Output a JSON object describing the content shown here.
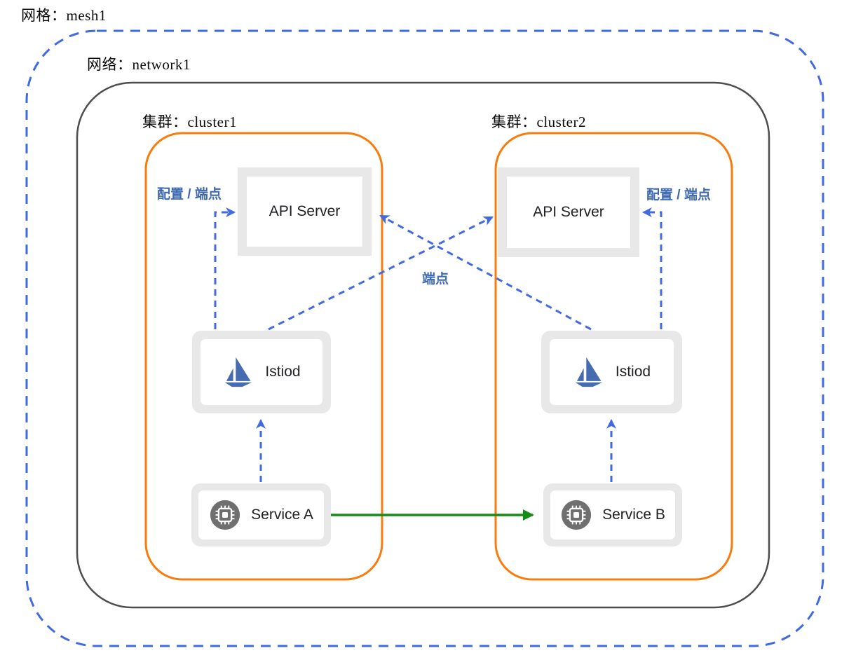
{
  "diagram": {
    "mesh": {
      "label": "网格：mesh1"
    },
    "network": {
      "label": "网络：network1"
    },
    "cluster1": {
      "label": "集群：cluster1",
      "api_server_label": "API Server",
      "istiod_label": "Istiod",
      "service_label": "Service A",
      "config_endpoints_label": "配置 / 端点"
    },
    "cluster2": {
      "label": "集群：cluster2",
      "api_server_label": "API Server",
      "istiod_label": "Istiod",
      "service_label": "Service B",
      "config_endpoints_label": "配置 / 端点"
    },
    "endpoints_label": "端点",
    "icons": {
      "istiod": "istio-sailboat-logo",
      "service": "cpu-chip-icon"
    },
    "colors": {
      "mesh_border": "#4169E1",
      "network_border": "#4D4D4D",
      "cluster_border": "#F97B0C",
      "node_frame_gray": "#E8E8E8",
      "node_text": "#202124",
      "istio_blue": "#466BB0",
      "annotation_blue": "#3E68B0",
      "arrow_blue_dashed": "#4169E1",
      "arrow_green_solid": "#168B16",
      "chip_circle_gray": "#6F6F6F"
    }
  }
}
